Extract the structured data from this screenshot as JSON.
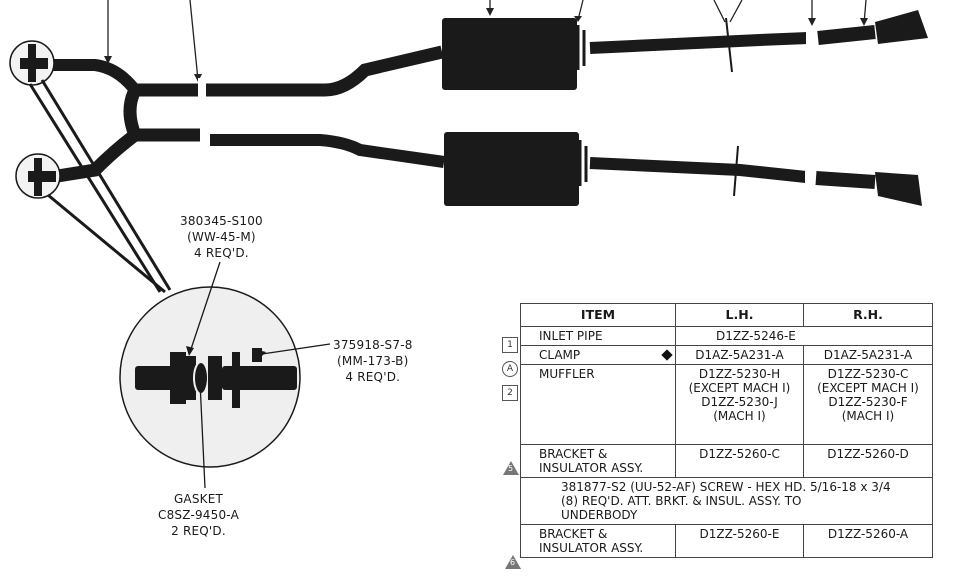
{
  "labels": {
    "bolt": [
      "380345-S100",
      "(WW-45-M)",
      "4 REQ'D."
    ],
    "nut": [
      "375918-S7-8",
      "(MM-173-B)",
      "4 REQ'D."
    ],
    "gasket": [
      "GASKET",
      "C8SZ-9450-A",
      "2 REQ'D."
    ]
  },
  "table": {
    "headers": [
      "ITEM",
      "L.H.",
      "R.H."
    ],
    "rows": [
      {
        "marker": "1",
        "marker_shape": "box",
        "item": "INLET PIPE",
        "lh": "D1ZZ-5246-E",
        "rh": "",
        "span": true
      },
      {
        "marker": "A",
        "marker_shape": "circle",
        "item": "CLAMP",
        "diamond": true,
        "lh": "D1AZ-5A231-A",
        "rh": "D1AZ-5A231-A"
      },
      {
        "marker": "2",
        "marker_shape": "box",
        "item": "MUFFLER",
        "lh": [
          "D1ZZ-5230-H",
          "(EXCEPT MACH I)",
          "D1ZZ-5230-J",
          "(MACH I)"
        ],
        "rh": [
          "D1ZZ-5230-C",
          "(EXCEPT MACH I)",
          "D1ZZ-5230-F",
          "(MACH I)"
        ]
      },
      {
        "marker": "5",
        "marker_shape": "triangle",
        "item": [
          "BRACKET &",
          "INSULATOR ASSY."
        ],
        "lh": "D1ZZ-5260-C",
        "rh": "D1ZZ-5260-D"
      },
      {
        "note": [
          "381877-S2 (UU-52-AF) SCREW - HEX HD. 5/16-18 x 3/4",
          "(8) REQ'D. ATT. BRKT. & INSUL. ASSY. TO",
          "UNDERBODY"
        ]
      },
      {
        "marker": "6",
        "marker_shape": "triangle",
        "item": [
          "BRACKET &",
          "INSULATOR ASSY."
        ],
        "lh": "D1ZZ-5260-E",
        "rh": "D1ZZ-5260-A"
      }
    ]
  }
}
